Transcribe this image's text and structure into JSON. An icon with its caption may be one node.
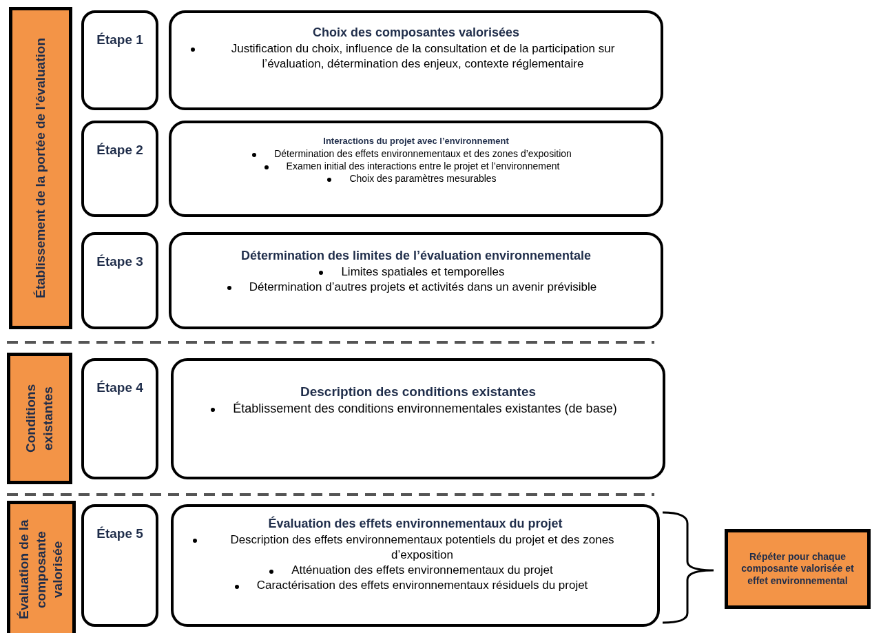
{
  "diagram": {
    "nodes": [
      {
        "text": [
          "Établissement de la portée de l’évaluation"
        ]
      },
      {
        "text": [
          "Étape 1"
        ]
      },
      {
        "text": [
          "Choix des composantes valorisées",
          "Justification du choix, influence de la consultation et de la participation sur l’évaluation, détermination des enjeux, contexte réglementaire"
        ]
      },
      {
        "text": [
          "Étape 2"
        ]
      },
      {
        "text": [
          "Interactions du projet avec l’environnement",
          "Détermination des effets environnementaux et des zones d’exposition",
          "Examen initial des interactions entre le projet et l’environnement",
          "Choix des paramètres mesurables"
        ]
      },
      {
        "text": [
          "Étape 3"
        ]
      },
      {
        "text": [
          "Détermination des limites de l’évaluation environnementale",
          "Limites spatiales et temporelles",
          "Détermination d’autres projets et activités dans un avenir prévisible"
        ]
      },
      {
        "text": [
          "Conditions existantes"
        ]
      },
      {
        "text": [
          "Étape 4"
        ]
      },
      {
        "text": [
          "Description des conditions existantes",
          "Établissement des conditions environnementales existantes (de base)"
        ]
      },
      {
        "text": [
          "Évaluation de la composante valorisée"
        ]
      },
      {
        "text": [
          "Étape 5"
        ]
      },
      {
        "text": [
          "Évaluation des effets environnementaux du projet",
          "Description des effets environnementaux potentiels du projet et des zones d’exposition",
          "Atténuation des effets environnementaux du projet",
          "Caractérisation des effets environnementaux résiduels du projet"
        ]
      },
      {
        "text": [
          "Répéter pour chaque composante valorisée et effet environnemental"
        ]
      }
    ]
  }
}
